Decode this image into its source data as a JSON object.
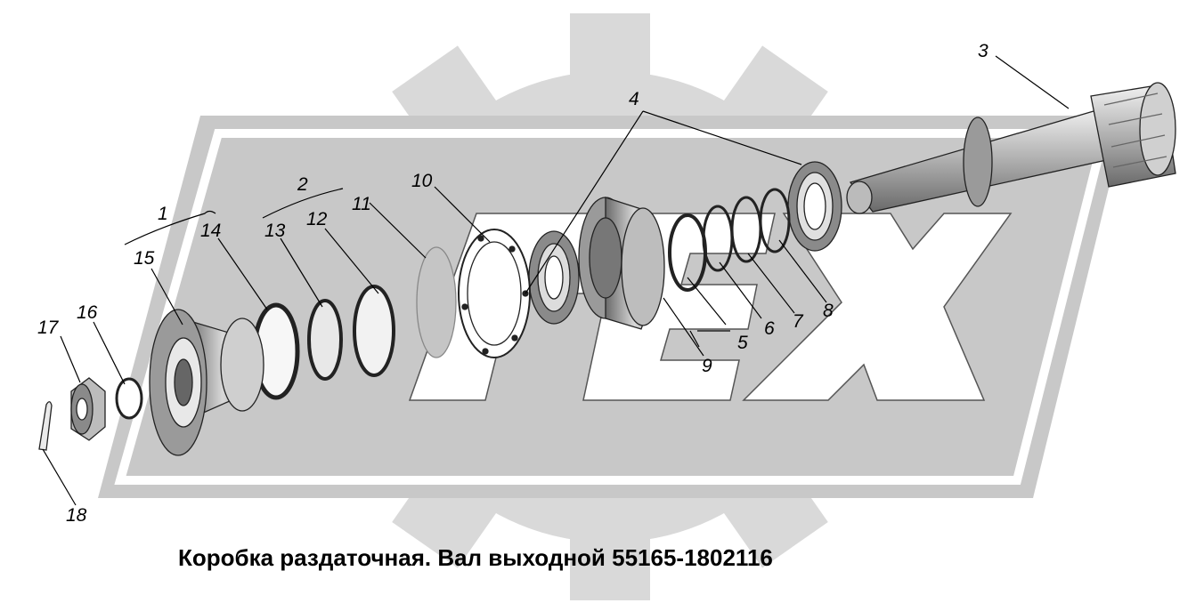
{
  "caption": "Коробка раздаточная. Вал выходной 55165-1802116",
  "callouts": [
    "1",
    "2",
    "3",
    "4",
    "5",
    "6",
    "7",
    "8",
    "9",
    "10",
    "11",
    "12",
    "13",
    "14",
    "15",
    "16",
    "17",
    "18"
  ],
  "colors": {
    "watermark_gear": "#d9d9d9",
    "watermark_badge": "#c8c8c8",
    "part_light": "#e6e6e6",
    "part_mid": "#a9a9a9",
    "part_dark": "#555555",
    "line": "#000000"
  }
}
